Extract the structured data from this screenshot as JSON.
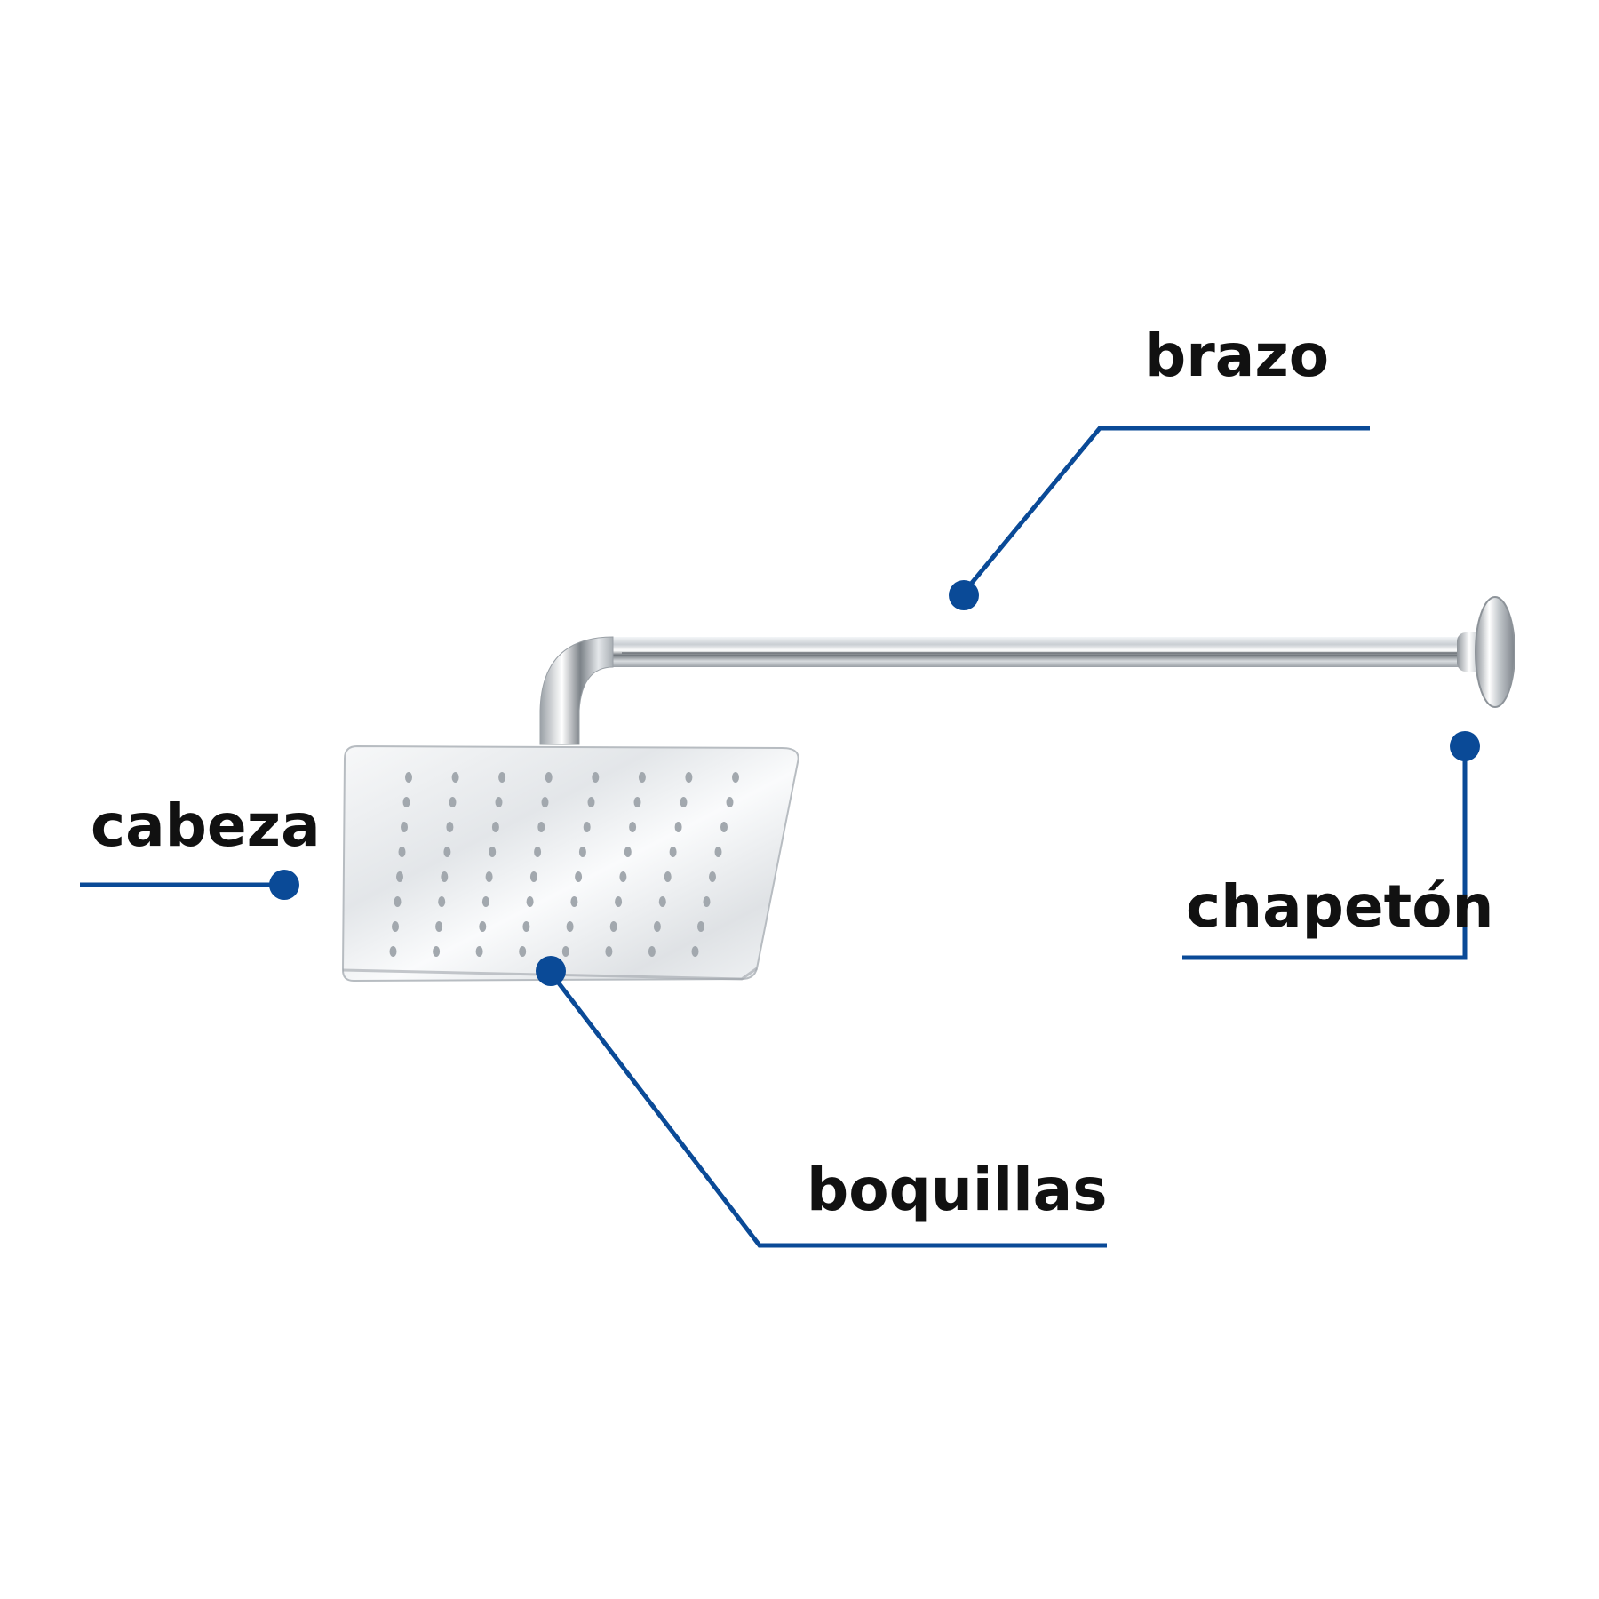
{
  "accent_color": "#0a4a97",
  "labels": {
    "brazo": "brazo",
    "cabeza": "cabeza",
    "chapeton": "chapetón",
    "boquillas": "boquillas"
  },
  "icons": {
    "product": "shower-head-with-arm-icon"
  }
}
